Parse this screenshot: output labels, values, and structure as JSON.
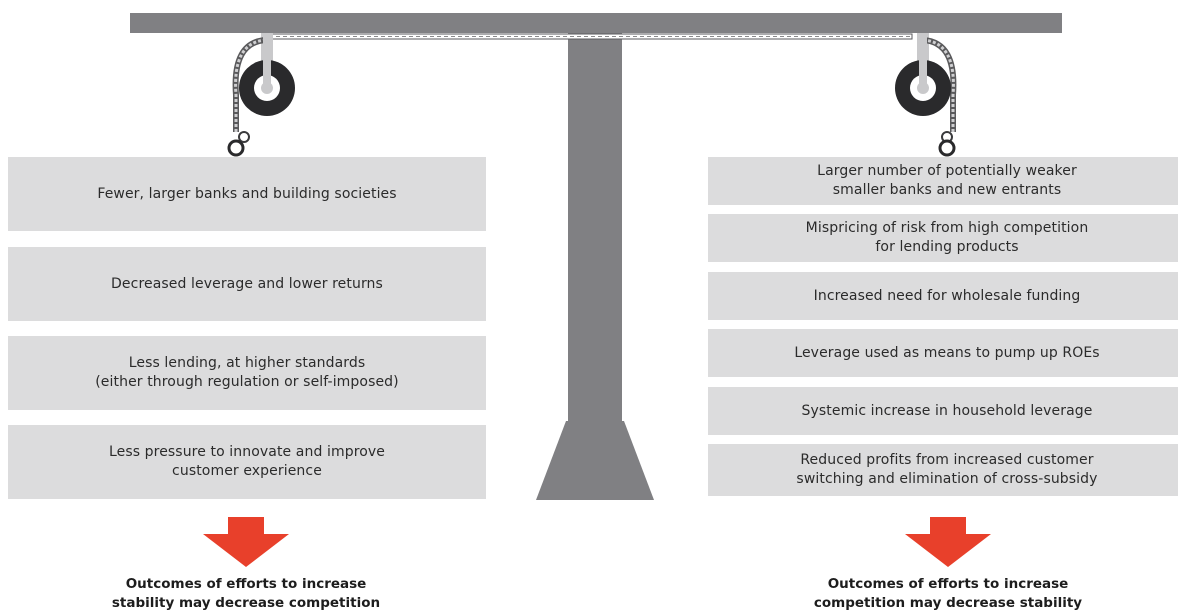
{
  "left": {
    "items": [
      "Fewer, larger banks and building societies",
      "Decreased leverage and lower returns",
      "Less lending, at higher standards\n(either through regulation or self-imposed)",
      "Less pressure to innovate and improve\ncustomer experience"
    ],
    "outcome": "Outcomes of efforts to increase\nstability may decrease competition"
  },
  "right": {
    "items": [
      "Larger number of potentially weaker\nsmaller banks and new entrants",
      "Mispricing of risk from high competition\nfor lending products",
      "Increased need for wholesale funding",
      "Leverage used as means to pump up ROEs",
      "Systemic increase in household leverage",
      "Reduced profits from increased customer\nswitching and elimination of cross-subsidy"
    ],
    "outcome": "Outcomes of efforts to increase\ncompetition may decrease stability"
  },
  "colors": {
    "frame": "#808083",
    "box": "#dcdcdd",
    "wheel": "#2a2a2c",
    "arrow": "#e8402b"
  }
}
